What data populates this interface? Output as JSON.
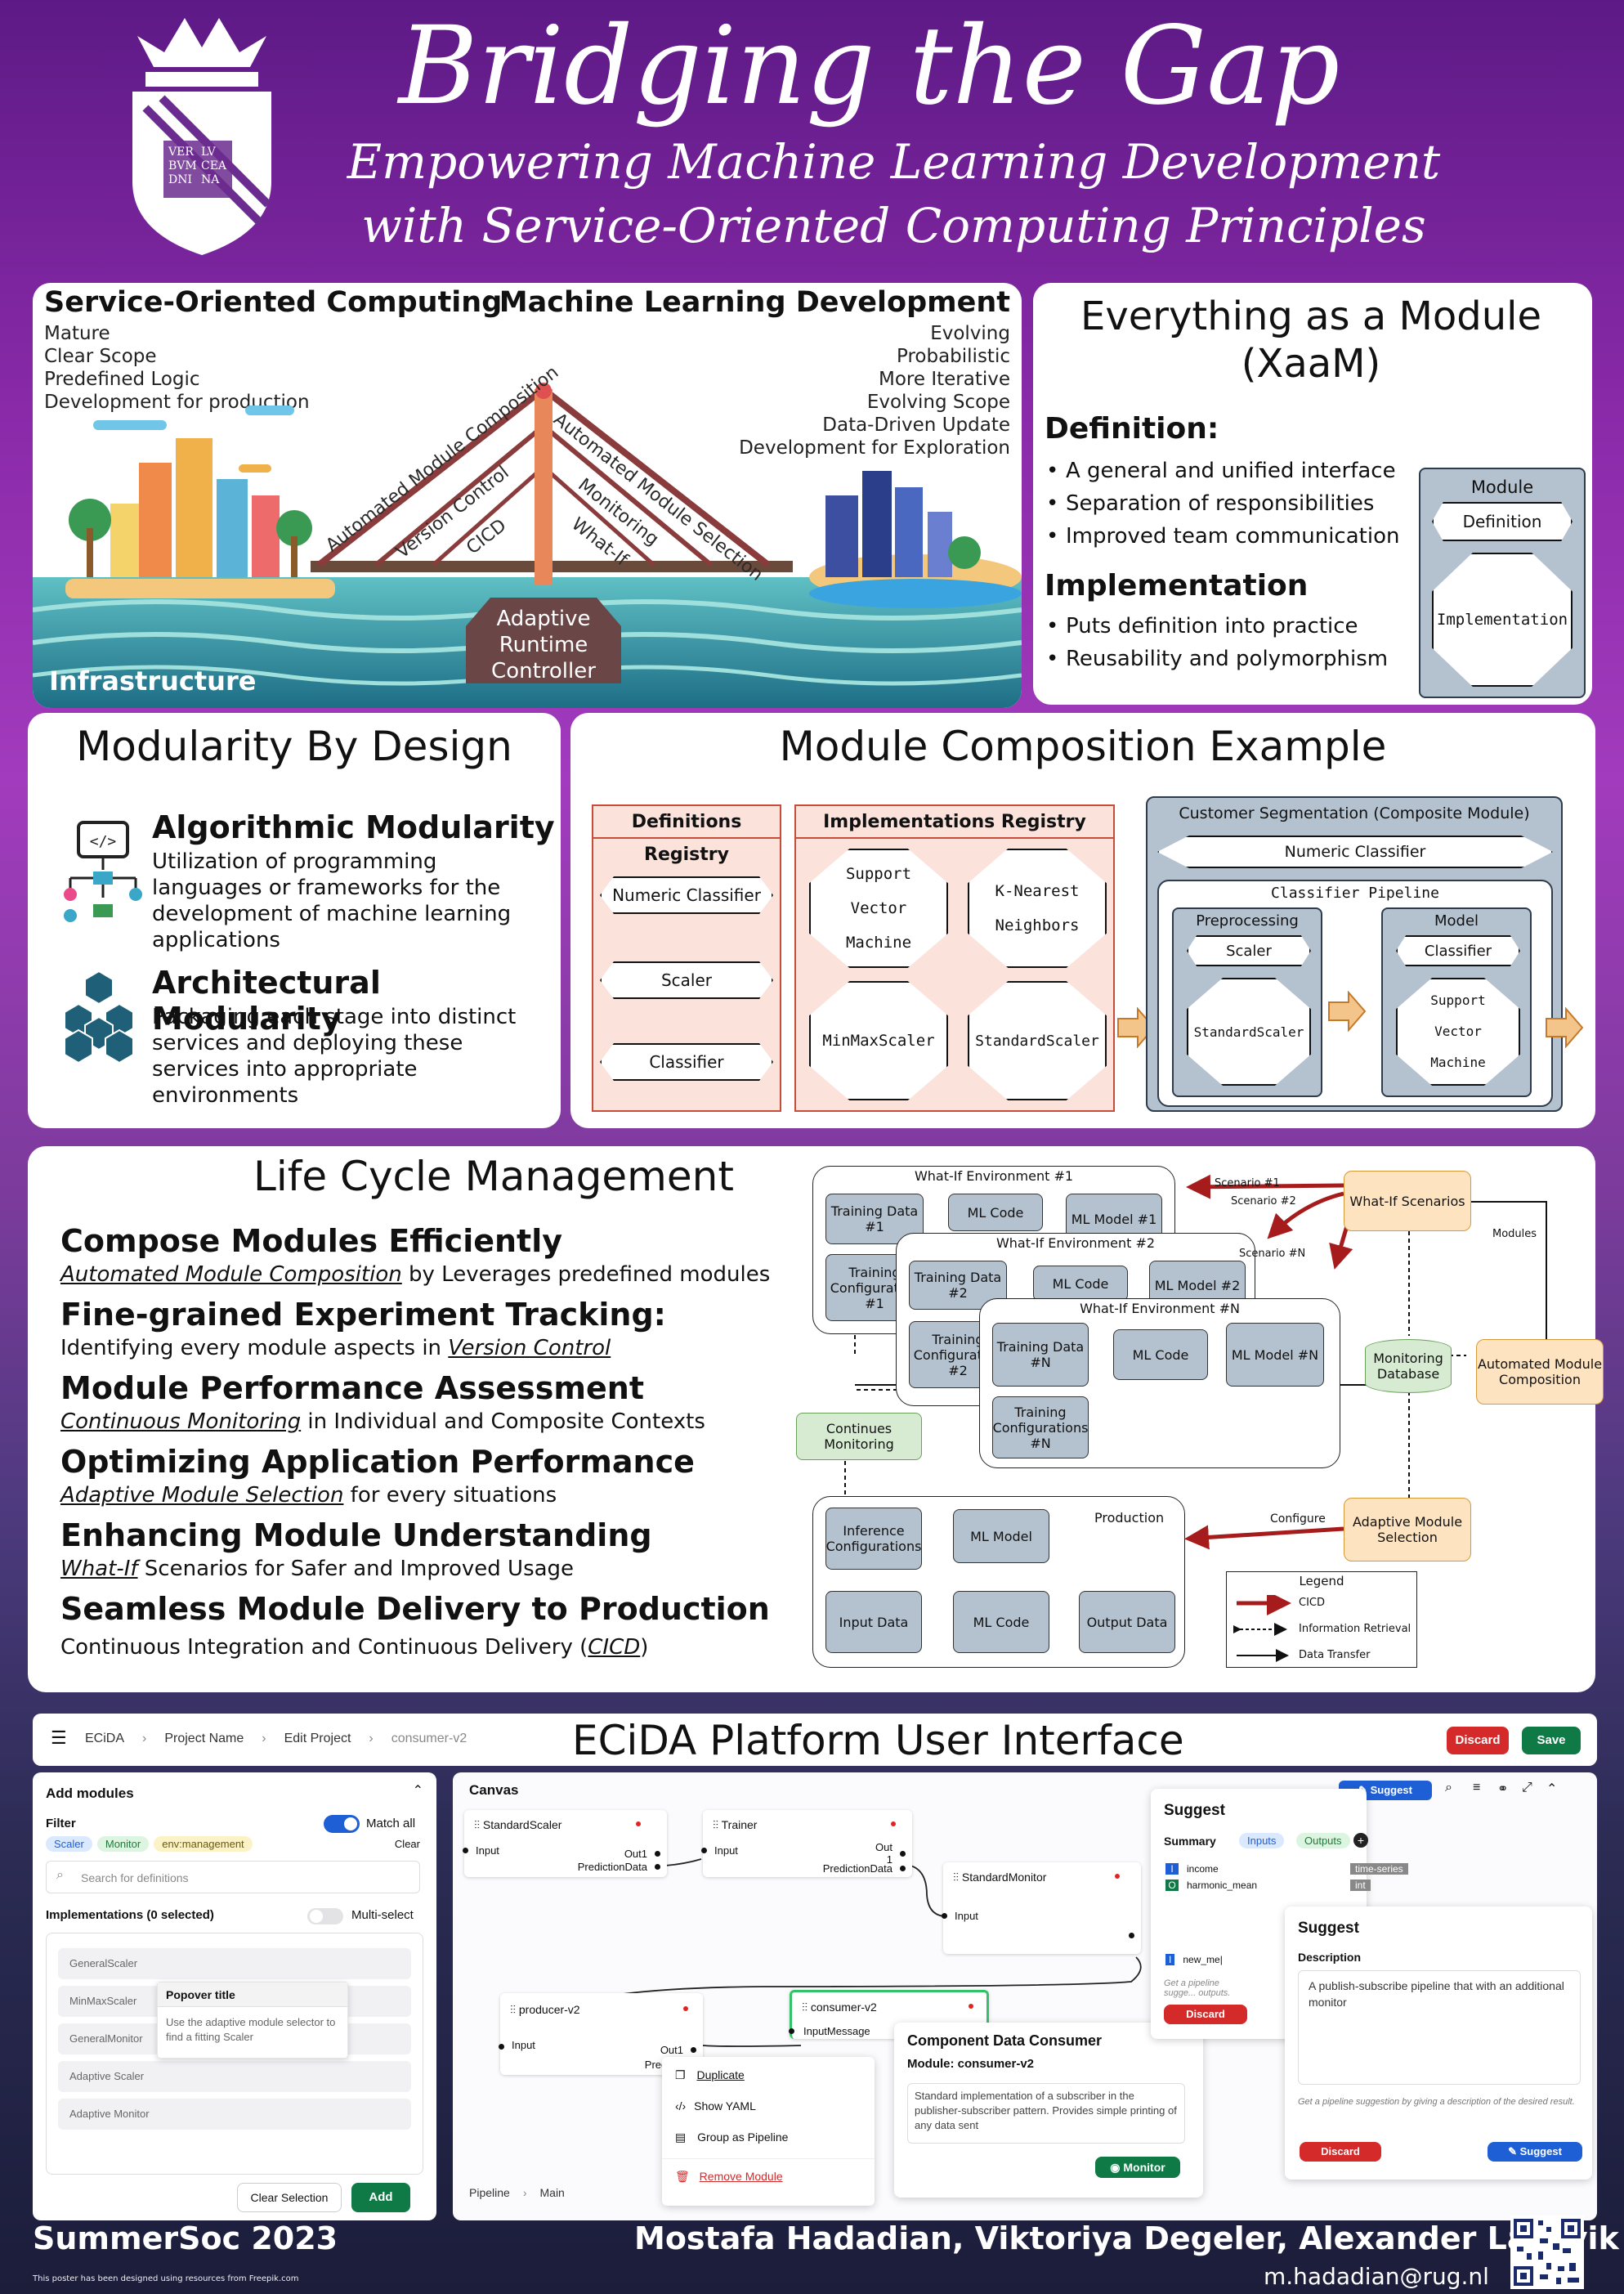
{
  "header": {
    "title": "Bridging the Gap",
    "subtitle_line1": "Empowering Machine Learning Development",
    "subtitle_line2": "with Service-Oriented Computing Principles",
    "logo_text": [
      "VER",
      "LV",
      "BVM",
      "CEA",
      "DNI",
      "NA"
    ]
  },
  "soc": {
    "title": "Service-Oriented Computing",
    "items": [
      "Mature",
      "Clear Scope",
      "Predefined Logic",
      "Development for production"
    ]
  },
  "mld": {
    "title": "Machine Learning Development",
    "items": [
      "Evolving",
      "Probabilistic",
      "More Iterative",
      "Evolving Scope",
      "Data-Driven Update",
      "Development for Exploration"
    ]
  },
  "bridge": {
    "left": [
      "Automated Module Composition",
      "Version Control",
      "CICD"
    ],
    "right": [
      "Automated Module Selection",
      "Monitoring",
      "What-If"
    ],
    "controller": "Adaptive Runtime Controller",
    "base": "Infrastructure"
  },
  "xaam": {
    "title": "Everything as a Module (XaaM)",
    "def_title": "Definition:",
    "def_items": [
      "A general and unified interface",
      "Separation of responsibilities",
      "Improved team communication"
    ],
    "impl_title": "Implementation",
    "impl_items": [
      "Puts definition into practice",
      "Reusability and polymorphism"
    ],
    "module_label": "Module",
    "module_def": "Definition",
    "module_impl": "Implementation"
  },
  "modularity": {
    "title": "Modularity By Design",
    "alg_title": "Algorithmic Modularity",
    "alg_text": "Utilization of programming languages or frameworks for the development of machine learning applications",
    "arch_title": "Architectural Modularity",
    "arch_text": "Packaging each stage into distinct services and deploying these services into appropriate environments"
  },
  "composition": {
    "title": "Module Composition Example",
    "defs_title": "Definitions Registry",
    "defs": [
      "Numeric Classifier",
      "Scaler",
      "Classifier"
    ],
    "impls_title": "Implementations Registry",
    "impls": [
      "Support Vector Machine",
      "K-Nearest Neighbors",
      "MinMaxScaler",
      "StandardScaler"
    ],
    "composite_title": "Customer Segmentation (Composite Module)",
    "composite_def": "Numeric Classifier",
    "pipeline_title": "Classifier Pipeline",
    "pre_title": "Preprocessing",
    "pre_def": "Scaler",
    "pre_impl": "StandardScaler",
    "model_title": "Model",
    "model_def": "Classifier",
    "model_impl": "Support Vector Machine"
  },
  "lifecycle": {
    "title": "Life Cycle Management",
    "items": [
      {
        "h": "Compose Modules Efficiently",
        "u": "Automated Module Composition",
        "t": " by Leverages predefined modules"
      },
      {
        "h": "Fine-grained Experiment Tracking:",
        "pre": "Identifying every module aspects in ",
        "u": "Version Control"
      },
      {
        "h": "Module Performance Assessment",
        "u": "Continuous Monitoring",
        "t": " in Individual and Composite Contexts"
      },
      {
        "h": "Optimizing Application Performance",
        "u": "Adaptive Module Selection",
        "t": " for every situations"
      },
      {
        "h": "Enhancing Module Understanding",
        "u": "What-If",
        "t": " Scenarios for Safer and Improved Usage"
      },
      {
        "h": "Seamless Module Delivery to Production",
        "pre": "Continuous Integration and Continuous Delivery (",
        "u": "CICD",
        "t": ")"
      }
    ],
    "diagram": {
      "env1": "What-If Environment #1",
      "env2": "What-If Environment #2",
      "envN": "What-If Environment #N",
      "td1": "Training Data #1",
      "tc1": "Training Configuration #1",
      "mlcode": "ML Code",
      "mm1": "ML Model #1",
      "td2": "Training Data #2",
      "tc2": "Training Configuration #2",
      "mm2": "ML Model #2",
      "tdN": "Training Data #N",
      "tcN": "Training Configurations #N",
      "mmN": "ML Model #N",
      "whatif": "What-If Scenarios",
      "sc1": "Scenario #1",
      "sc2": "Scenario #2",
      "scN": "Scenario #N",
      "modules": "Modules",
      "monitordb": "Monitoring Database",
      "amc": "Automated Module Composition",
      "cm": "Continues Monitoring",
      "ams": "Adaptive Module Selection",
      "configure": "Configure",
      "production": "Production",
      "infcfg": "Inference Configurations",
      "mlmodel": "ML Model",
      "input": "Input Data",
      "output": "Output Data",
      "legend": "Legend",
      "lg_cicd": "CICD",
      "lg_info": "Information Retrieval",
      "lg_data": "Data Transfer"
    }
  },
  "ui": {
    "section_title": "ECiDA Platform User Interface",
    "breadcrumb": [
      "ECiDA",
      "Project Name",
      "Edit Project",
      "consumer-v2"
    ],
    "discard": "Discard",
    "save": "Save",
    "left": {
      "title": "Add modules",
      "filter": "Filter",
      "match_all": "Match all",
      "chips": [
        "Scaler",
        "Monitor",
        "env:management"
      ],
      "clear": "Clear",
      "search_ph": "Search for definitions",
      "impl": "Implementations (0 selected)",
      "multi": "Multi-select",
      "items": [
        "GeneralScaler",
        "MinMaxScaler",
        "GeneralMonitor",
        "Adaptive Scaler",
        "Adaptive Monitor"
      ],
      "popover_title": "Popover title",
      "popover_text": "Use the adaptive module selector to find a fitting Scaler",
      "clear_sel": "Clear Selection",
      "add": "Add"
    },
    "canvas": {
      "title": "Canvas",
      "suggest": "Suggest",
      "n1": "StandardScaler",
      "n1_in": "Input",
      "n1_out1": "Out1",
      "n1_out2": "PredictionData",
      "n2": "Trainer",
      "n2_in": "Input",
      "n2_out1": "Out",
      "n2_out1b": "1",
      "n2_out2": "PredictionData",
      "n3": "StandardMonitor",
      "n3_in": "Input",
      "n4": "producer-v2",
      "n4_in": "Input",
      "n4_out1": "Out1",
      "n4_out2": "PredictionD",
      "n5": "consumer-v2",
      "n5_in": "InputMessage",
      "menu": [
        "Duplicate",
        "Show YAML",
        "Group as Pipeline",
        "Remove Module"
      ],
      "pipeline": "Pipeline",
      "main": "Main"
    },
    "suggest1": {
      "title": "Suggest",
      "summary": "Summary",
      "inputs": "Inputs",
      "outputs": "Outputs",
      "row1": "income",
      "row1t": "time-series",
      "row2": "harmonic_mean",
      "row2t": "int",
      "row3": "new_me|",
      "hint": "Get a pipeline sugge... outputs.",
      "discard": "Discard"
    },
    "cdc": {
      "title": "Component Data Consumer",
      "module_label": "Module: ",
      "module": "consumer-v2",
      "desc": "Standard implementation of a subscriber in the publisher-subscriber pattern. Provides simple printing of any data sent",
      "monitor": "Monitor"
    },
    "suggest2": {
      "title": "Suggest",
      "desc_label": "Description",
      "desc": "A publish-subscribe pipeline that with an additional monitor",
      "hint": "Get a pipeline suggestion by giving a description of the desired result.",
      "discard": "Discard",
      "suggest": "Suggest"
    }
  },
  "footer": {
    "conf": "SummerSoc 2023",
    "authors": "Mostafa Hadadian, Viktoriya Degeler, Alexander Lazovik",
    "email": "m.hadadian@rug.nl",
    "credit": "This poster has been designed using resources from Freepik.com"
  },
  "colors": {
    "bg_top": "#5d1a86",
    "cicd": "#a61b1b",
    "node_fill": "#b4c1cf",
    "registry": "#fbe3dc",
    "orange": "#fde3c0",
    "green": "#d7ebd3",
    "ui_green": "#0f7a45",
    "ui_red": "#d42a2a",
    "ui_blue": "#1f5fd6"
  }
}
